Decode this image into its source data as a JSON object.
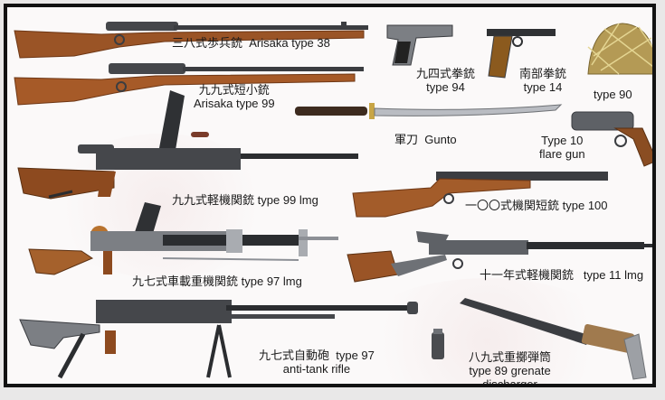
{
  "title": "Imperial Japanese Army weapons chart",
  "colors": {
    "frame": "#121212",
    "background": "#fbf9f9",
    "wood": "#9a5426",
    "wood_dark": "#6e3715",
    "metal": "#45474b",
    "metal_light": "#8d9096",
    "helmet": "#b49a55",
    "text": "#1a1a1a"
  },
  "items": [
    {
      "id": "type38",
      "icon": "bolt-action-rifle",
      "label_jp": "三八式歩兵銃",
      "label_en": "Arisaka type 38"
    },
    {
      "id": "type99rifle",
      "icon": "bolt-action-rifle",
      "label_jp": "九九式短小銃",
      "label_en": "Arisaka type 99"
    },
    {
      "id": "type94",
      "icon": "pistol",
      "label_jp": "九四式拳銃",
      "label_en": "type 94"
    },
    {
      "id": "type14",
      "icon": "pistol",
      "label_jp": "南部拳銃",
      "label_en": "type 14"
    },
    {
      "id": "type90",
      "icon": "helmet",
      "label_jp": "",
      "label_en": "type 90"
    },
    {
      "id": "gunto",
      "icon": "sword",
      "label_jp": "軍刀",
      "label_en": "Gunto"
    },
    {
      "id": "type10",
      "icon": "flare-gun",
      "label_jp": "",
      "label_en": "Type 10",
      "label_en2": "flare gun"
    },
    {
      "id": "type99lmg",
      "icon": "light-machine-gun",
      "label_jp": "九九式軽機関銃",
      "label_en": "type 99 lmg"
    },
    {
      "id": "type100",
      "icon": "submachine-gun",
      "label_jp": "一〇〇式機関短銃",
      "label_en": "type 100"
    },
    {
      "id": "type97lmg",
      "icon": "vehicle-machine-gun",
      "label_jp": "九七式車載重機関銃",
      "label_en": "type 97  lmg"
    },
    {
      "id": "type11",
      "icon": "light-machine-gun",
      "label_jp": "十一年式軽機関銃",
      "label_en": "type 11 lmg"
    },
    {
      "id": "type97at",
      "icon": "anti-tank-rifle",
      "label_jp": "九七式自動砲",
      "label_en": "type 97",
      "label_en2": "anti-tank rifle"
    },
    {
      "id": "type89",
      "icon": "grenade-discharger",
      "label_jp": "八九式重擲弾筒",
      "label_en": "type 89 grenate",
      "label_en2": "discharger"
    }
  ]
}
